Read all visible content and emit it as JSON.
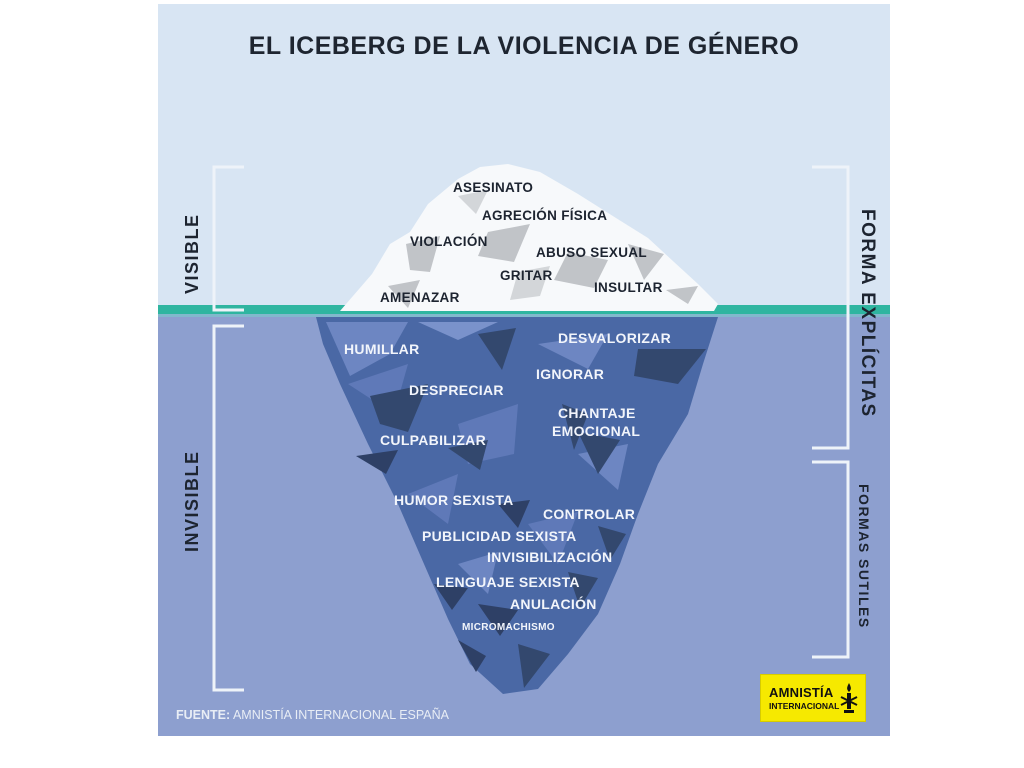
{
  "title": "EL ICEBERG DE LA VIOLENCIA DE GÉNERO",
  "left_labels": {
    "visible": "VISIBLE",
    "invisible": "INVISIBLE"
  },
  "right_labels": {
    "explicit": "FORMA EXPLÍCITAS",
    "subtle": "FORMAS SUTILES"
  },
  "visible_terms": [
    "ASESINATO",
    "AGRECIÓN FÍSICA",
    "VIOLACIÓN",
    "ABUSO SEXUAL",
    "GRITAR",
    "AMENAZAR",
    "INSULTAR"
  ],
  "hidden_explicit_terms": [
    "HUMILLAR",
    "DESVALORIZAR",
    "IGNORAR",
    "DESPRECIAR",
    "CHANTAJE",
    "EMOCIONAL",
    "CULPABILIZAR"
  ],
  "hidden_subtle_terms": [
    "HUMOR SEXISTA",
    "CONTROLAR",
    "PUBLICIDAD SEXISTA",
    "INVISIBILIZACIÓN",
    "LENGUAJE SEXISTA",
    "ANULACIÓN",
    "MICROMACHISMO"
  ],
  "source": {
    "label": "FUENTE:",
    "text": "AMNISTÍA INTERNACIONAL ESPAÑA"
  },
  "logo": {
    "line1": "AMNISTÍA",
    "line2": "INTERNACIONAL",
    "icon": "candle-icon"
  },
  "colors": {
    "sky": "#d8e5f3",
    "water": "#8d9fcf",
    "waterline": "#2fb5a0",
    "iceberg_dark": "#33486e",
    "iceberg_mid": "#4a68a5",
    "iceberg_light": "#6d86c2",
    "logo_yellow": "#f6e900"
  }
}
